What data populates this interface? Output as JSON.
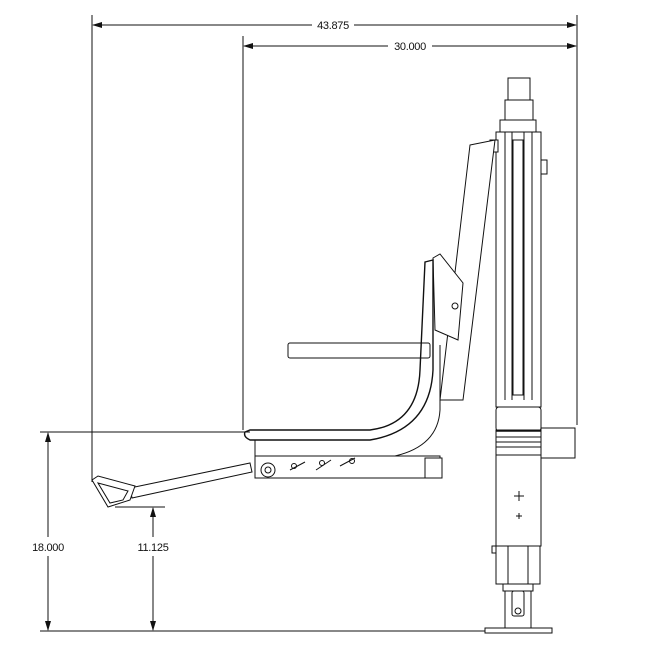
{
  "drawing": {
    "title": "Pool lift side elevation",
    "dimensions": {
      "overall_width": "43.875",
      "seat_to_mast": "30.000",
      "seat_height": "18.000",
      "footrest_height": "11.125"
    },
    "line_color": "#111111",
    "background": "#ffffff"
  }
}
